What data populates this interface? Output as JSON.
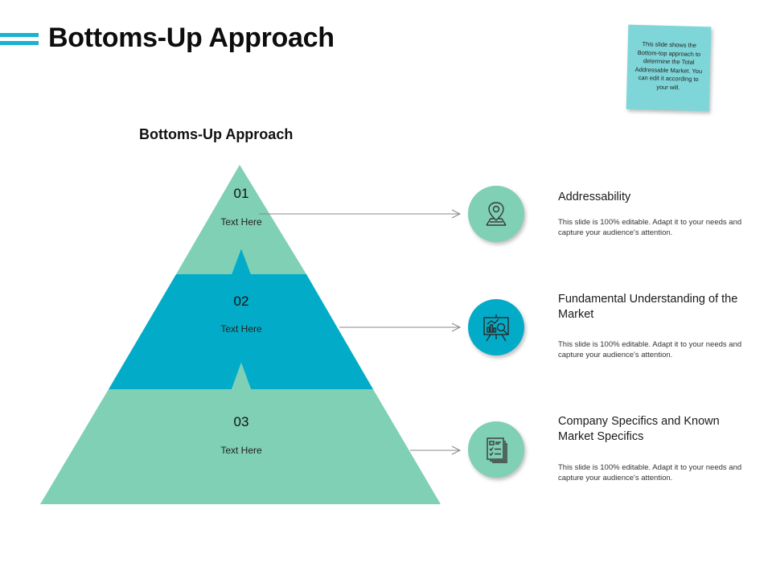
{
  "title": "Bottoms-Up Approach",
  "note": "This slide shows the Bottom-top approach to determine the Total Addressable Market. You can edit it according to your will.",
  "diagram_title": "Bottoms-Up Approach",
  "colors": {
    "accent": "#19b3cf",
    "teal_light": "#7fd0b5",
    "teal_dark": "#02acc8",
    "note": "#7fd6d8"
  },
  "tiers": [
    {
      "number": "01",
      "text": "Text Here"
    },
    {
      "number": "02",
      "text": "Text Here"
    },
    {
      "number": "03",
      "text": "Text Here"
    }
  ],
  "items": [
    {
      "heading": "Addressability",
      "description": "This slide is 100% editable. Adapt it to your needs and capture your audience's attention.",
      "icon": "map-pin-icon"
    },
    {
      "heading": "Fundamental Understanding of the Market",
      "description": "This slide is 100% editable. Adapt it to your needs and capture your audience's attention.",
      "icon": "presentation-analytics-icon"
    },
    {
      "heading": "Company Specifics and Known Market Specifics",
      "description": "This slide is 100% editable. Adapt it to your needs and capture your audience's attention.",
      "icon": "checklist-documents-icon"
    }
  ]
}
